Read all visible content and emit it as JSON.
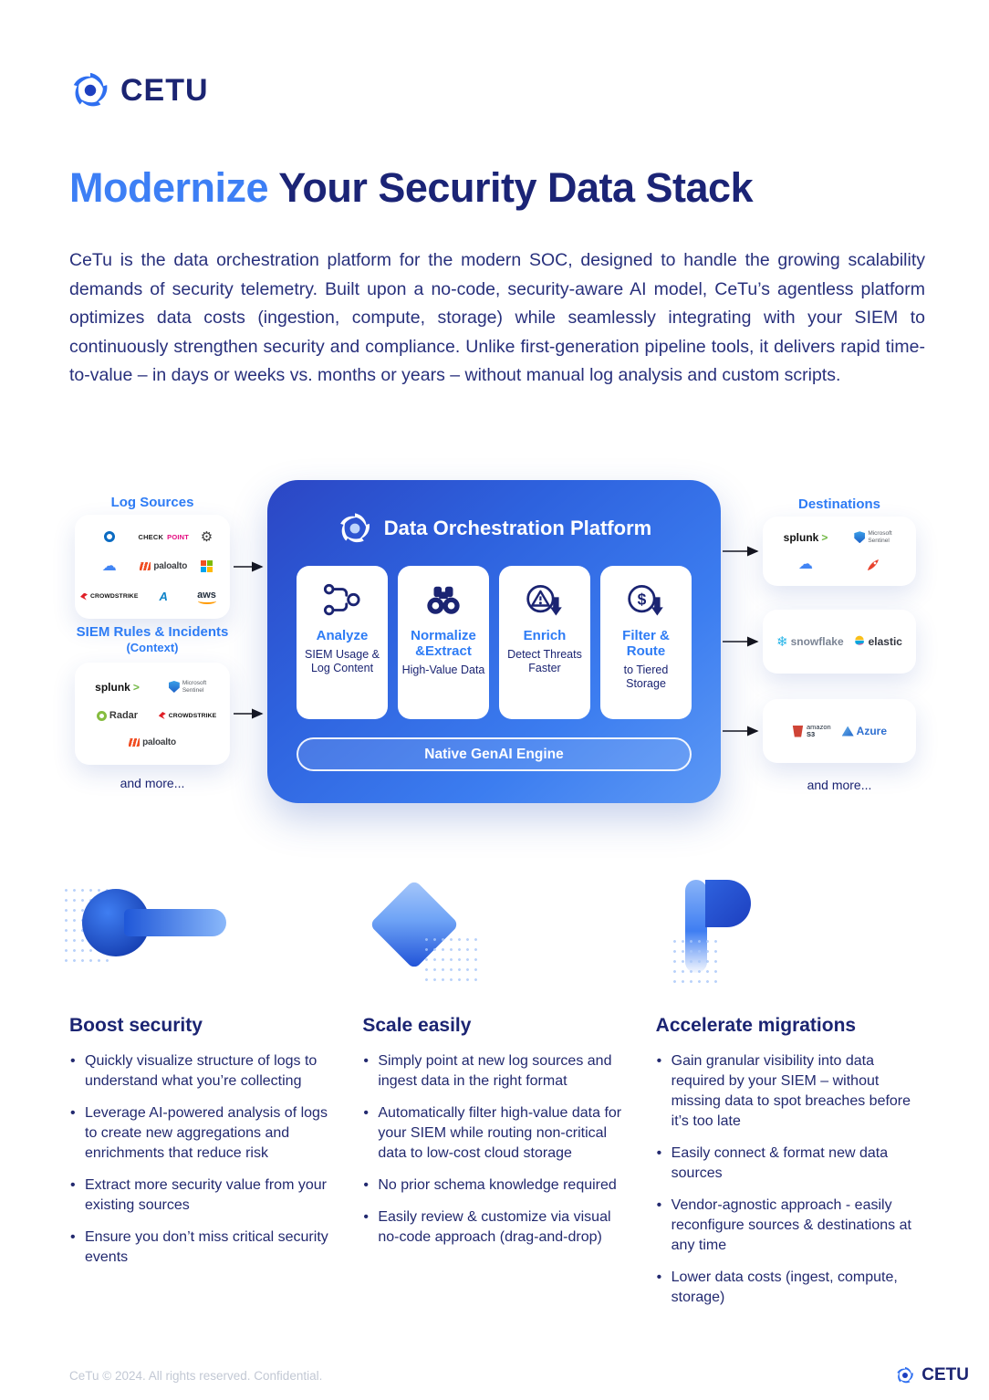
{
  "brand": {
    "name": "CETU"
  },
  "hero": {
    "title_highlight": "Modernize",
    "title_rest": " Your Security Data Stack",
    "paragraph": "CeTu is the data orchestration platform for the modern SOC, designed to handle the growing scalability demands of security telemetry. Built upon a no-code, security-aware AI model, CeTu’s agentless platform optimizes data costs (ingestion, compute, storage) while seamlessly integrating with your SIEM to continuously strengthen security and compliance. Unlike first-generation pipeline tools, it delivers rapid time-to-value – in days or weeks vs. months or years – without manual log analysis and custom scripts."
  },
  "diagram": {
    "log_sources_label": "Log Sources",
    "siem_label": "SIEM Rules & Incidents",
    "siem_sublabel": "(Context)",
    "more_left": "and more...",
    "destinations_label": "Destinations",
    "more_right": "and more...",
    "platform_title": "Data Orchestration Platform",
    "engine_pill": "Native GenAI Engine",
    "cards": [
      {
        "title": "Analyze",
        "subtitle": "SIEM Usage & Log Content"
      },
      {
        "title": "Normalize &Extract",
        "subtitle": "High-Value Data"
      },
      {
        "title": "Enrich",
        "subtitle": "Detect Threats Faster"
      },
      {
        "title": "Filter & Route",
        "subtitle": "to Tiered Storage"
      }
    ]
  },
  "vendors": {
    "check_point_a": "CHECK",
    "check_point_b": "POINT",
    "paloalto": "paloalto",
    "crowdstrike": "CROWDSTRIKE",
    "akamai": "A",
    "aws": "aws",
    "splunk": "splunk",
    "splunk_arrow": ">",
    "microsoft_line1": "Microsoft",
    "microsoft_line2": "Sentinel",
    "qradar": "Radar",
    "snowflake": "snowflake",
    "elastic": "elastic",
    "amazon_a": "amazon",
    "amazon_b": "S3",
    "azure": "Azure"
  },
  "icons": {
    "gear_glyph": "⚙",
    "cloud_glyph": "☁",
    "snowflake_glyph": "❄",
    "dollar_glyph": "$"
  },
  "features": [
    {
      "title": "Boost security",
      "bullets": [
        "Quickly visualize structure of logs to understand what you’re collecting",
        "Leverage AI-powered analysis of logs to create new aggregations and enrichments that reduce risk",
        "Extract more security value from your existing sources",
        "Ensure you don’t miss critical security events"
      ]
    },
    {
      "title": "Scale easily",
      "bullets": [
        "Simply point at new log sources and ingest data in the right format",
        "Automatically filter high-value data for your SIEM while routing non-critical data to low-cost cloud storage",
        "No prior schema knowledge required",
        "Easily review & customize via visual no-code approach (drag-and-drop)"
      ]
    },
    {
      "title": "Accelerate migrations",
      "bullets": [
        "Gain granular visibility into data required by your SIEM – without missing data to spot breaches before it’s too late",
        "Easily connect & format new data sources",
        "Vendor-agnostic approach - easily reconfigure sources & destinations at any time",
        "Lower data costs (ingest, compute, storage)"
      ]
    }
  ],
  "footer": {
    "copyright": "CeTu © 2024. All rights reserved. Confidential.",
    "brand": "CETU"
  },
  "colors": {
    "accent": "#3D7FF5",
    "navy": "#1B2472",
    "platform_gradient_start": "#2B46C4",
    "platform_gradient_end": "#5D99F5"
  }
}
